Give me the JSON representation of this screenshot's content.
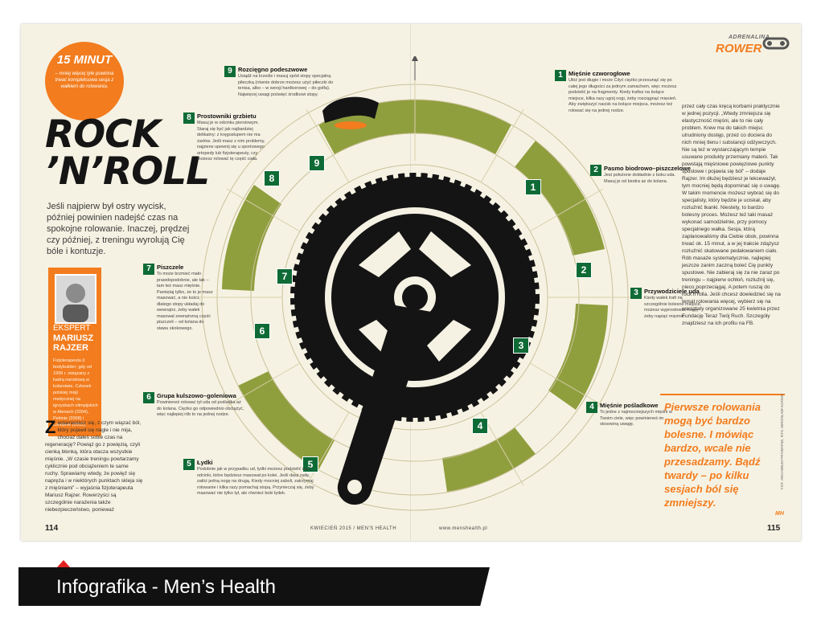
{
  "badge": {
    "big": "15 MINUT",
    "small": "– mniej więcej tyle powinna trwać kompleksowa sesja z wałkiem do rolowania."
  },
  "brand": {
    "line1": "ADRENALINA",
    "line2": "ROWER"
  },
  "title": {
    "line1": "ROCK",
    "line2": "’N’ROLL"
  },
  "lead": "Jeśli najpierw był ostry wycisk, później powinien nadejść czas na spokojne rolowanie. Inaczej, prędzej czy później, z treningu wyrolują Cię bóle i kontuzje.",
  "expert": {
    "label": "EKSPERT",
    "name": "MARIUSZ RAJZER",
    "bio": "Fizjoterapeuta (i bodybuilder; gdy od 1999 r. związany z kadrą narodową w kolarstwie. Członek polskiej misji medycznej na igrzyskach olimpijskich w Atenach (2004), Pekinie (2008) i Londynie (2012)."
  },
  "left_column": {
    "drop": "Z",
    "text": "astanawiasz się, z czym wiązać ból, który pojawił się nagle i nie mija, chociaż dałeś sobie czas na regenerację? Powiąż go z powięzią, czyli cienką błonką, która otacza wszystkie mięśnie. „W czasie treningu powtarzamy cyklicznie pod obciążeniem te same ruchy. Sprawiamy wtedy, że powięź się napręża i w niektórych punktach skleja się z mięśniami” – wyjaśnia fizjoterapeuta Mariusz Rajzer. Rowerzyści są szczególnie narażenia także niebezpieczeństwo, ponieważ"
  },
  "right_column": "przez cały czas kręcą korbami praktycznie w jednej pozycji. „Wtedy zmniejsza się elastyczność mięśni, ale to nie cały problem. Krew ma do takich miejsc utrudniony dostęp, przez co dociera do nich mniej tlenu i substancji odżywczych. Nie są też w wystarczającym tempie usuwane produkty przemiany materii. Tak powstają mięśniowe powięziowe punkty spustowe i pojawia się ból” – dodaje Rajzer. Im dłużej będziesz je lekceważył, tym mocniej będą dopominać się o uwagę. W takim momencie możesz wybrać się do specjalisty, który będzie je uciskał, aby rozluźnić tkanki. Niestety, to bardzo bolesny proces. Możesz też taki masaż wykonać samodzielnie, przy pomocy specjalnego wałka. Sesja, którą zaplanowaliśmy dla Ciebie obok, powinna trwać ok. 15 minut, a w jej trakcie zdążysz rozluźnić skatowane pedałowaniem ciało. Rób masaże systematycznie, najlepiej jeszcze zanim zaczną boleć Cię punkty spustowe. Nie zabieraj się za nie zaraz po treningu – najpierw ochłoń, rozluźnij się, nieco poprzeciągaj. A potem ruszaj do rock’n’rolla. Jeśli chcesz dowiedzieć się na temat rolowania więcej, wybierz się na warsztaty organizowane 25 kwietnia przez Fundację Teraz Twój Ruch. Szczegóły znajdziesz na ich profilu na FB.",
  "quote": "Pierwsze rolowania mogą być bardzo bolesne. I mówiąc bardzo, wcale nie przesadzamy. Bądź twardy – po kilku sesjach ból się zmniejszy.",
  "callouts": [
    {
      "n": "1",
      "head": "Mięśnie czworogłowe",
      "text": "Ułóż jest długie i może Cilyć ciężko przesunąć się po całej jego długości za jednym zamachem, więc możesz podzielić je na fragmenty. Kiedy trafisz na bolące miejsce, kilka razy ugnij nogi, żeby rozciągnąć mięsień. Aby zwiększyć nacisk na bolące miejsca, możesz też rolować się na jednej nodze."
    },
    {
      "n": "2",
      "head": "Pasmo biodrowo–piszczelowe",
      "text": "Jest położone dokładnie z boku uda. Masuj je od biodra aż do kolana."
    },
    {
      "n": "3",
      "head": "Przywodziciele uda",
      "text": "Kiedy wałek trafi na szczególnie bolesne miejsce, możesz wyprostować nogę, żeby napiąć mięśnie."
    },
    {
      "n": "4",
      "head": "Mięśnie pośladkowe",
      "text": "To jedne z najmocniejszych mięśni w Twoim ciele, więc powinieneś im stosowną uwagę."
    },
    {
      "n": "5",
      "head": "Łydki",
      "text": "Podobnie jak w przypadku ud, łydki możesz podzielić na 2 odcinki, które będziesz masował po kolei. Jeśli dasz radę, załóż jedną nogę na drugą. Kiedy mocniej zaboli, zatrzymaj rolowanie i kilka razy pomachaj stopą. Przynieczaj się, żeby masować nie tylko tył, ale również boki łydek."
    },
    {
      "n": "6",
      "head": "Grupa kulszowo–goleniowa",
      "text": "Powinieneś rolować tył uda od pośladka aż do kolana. Ciężko go odpowiednio obciążyć, więc najlepiej rób to na jednej nodze."
    },
    {
      "n": "7",
      "head": "Piszczele",
      "text": "To może brzmieć mało prawdopodobnie, ale tak – tam też masz mięśnie. Pamiętaj tylko, że to je masz masować, a nie kości, dlatego stopy układaj do wewnątrz, żeby wałek masował zewnętrzną część piszczeli – od kolana do stawu skokowego."
    },
    {
      "n": "8",
      "head": "Prostowniki grzbietu",
      "text": "Masuj je w odcinku piersiowym. Staraj się być jak najbardziej delikatny: z kręgosłupem nie ma żartów. Jeśli masz z nim problemy, najpierw upewnij się u sportowego ortopedy lub fizjoterapeuty, czy możesz rolować tę część ciała."
    },
    {
      "n": "9",
      "head": "Rozcięgno podeszwowe",
      "text": "Usiądź na krześle i masuj spód stopy specjalną piłeczką (równie dobrze możesz użyć piłeczki do tenisa, albo – w wersji hardkorowej – do golfa). Najwięcej uwagi poświęć środkowi stopy."
    }
  ],
  "wheel_numbers": [
    "1",
    "2",
    "3",
    "4",
    "5",
    "6",
    "7",
    "8",
    "9"
  ],
  "footer": {
    "page_left": "114",
    "page_right": "115",
    "mid": "KWIECIEŃ 2015 / MEN'S HEALTH",
    "url": "www.menshealth.pl",
    "mh": "MH",
    "credit": "FOT. ARCHIWUM PRYWATNE, RYS. MIROSŁAW KOŃSKI"
  },
  "caption": "Infografika - Men’s Health",
  "colors": {
    "orange": "#f27c1e",
    "olive": "#8a9a35",
    "dark_green": "#0f6b36",
    "paper": "#f6f2e3"
  }
}
